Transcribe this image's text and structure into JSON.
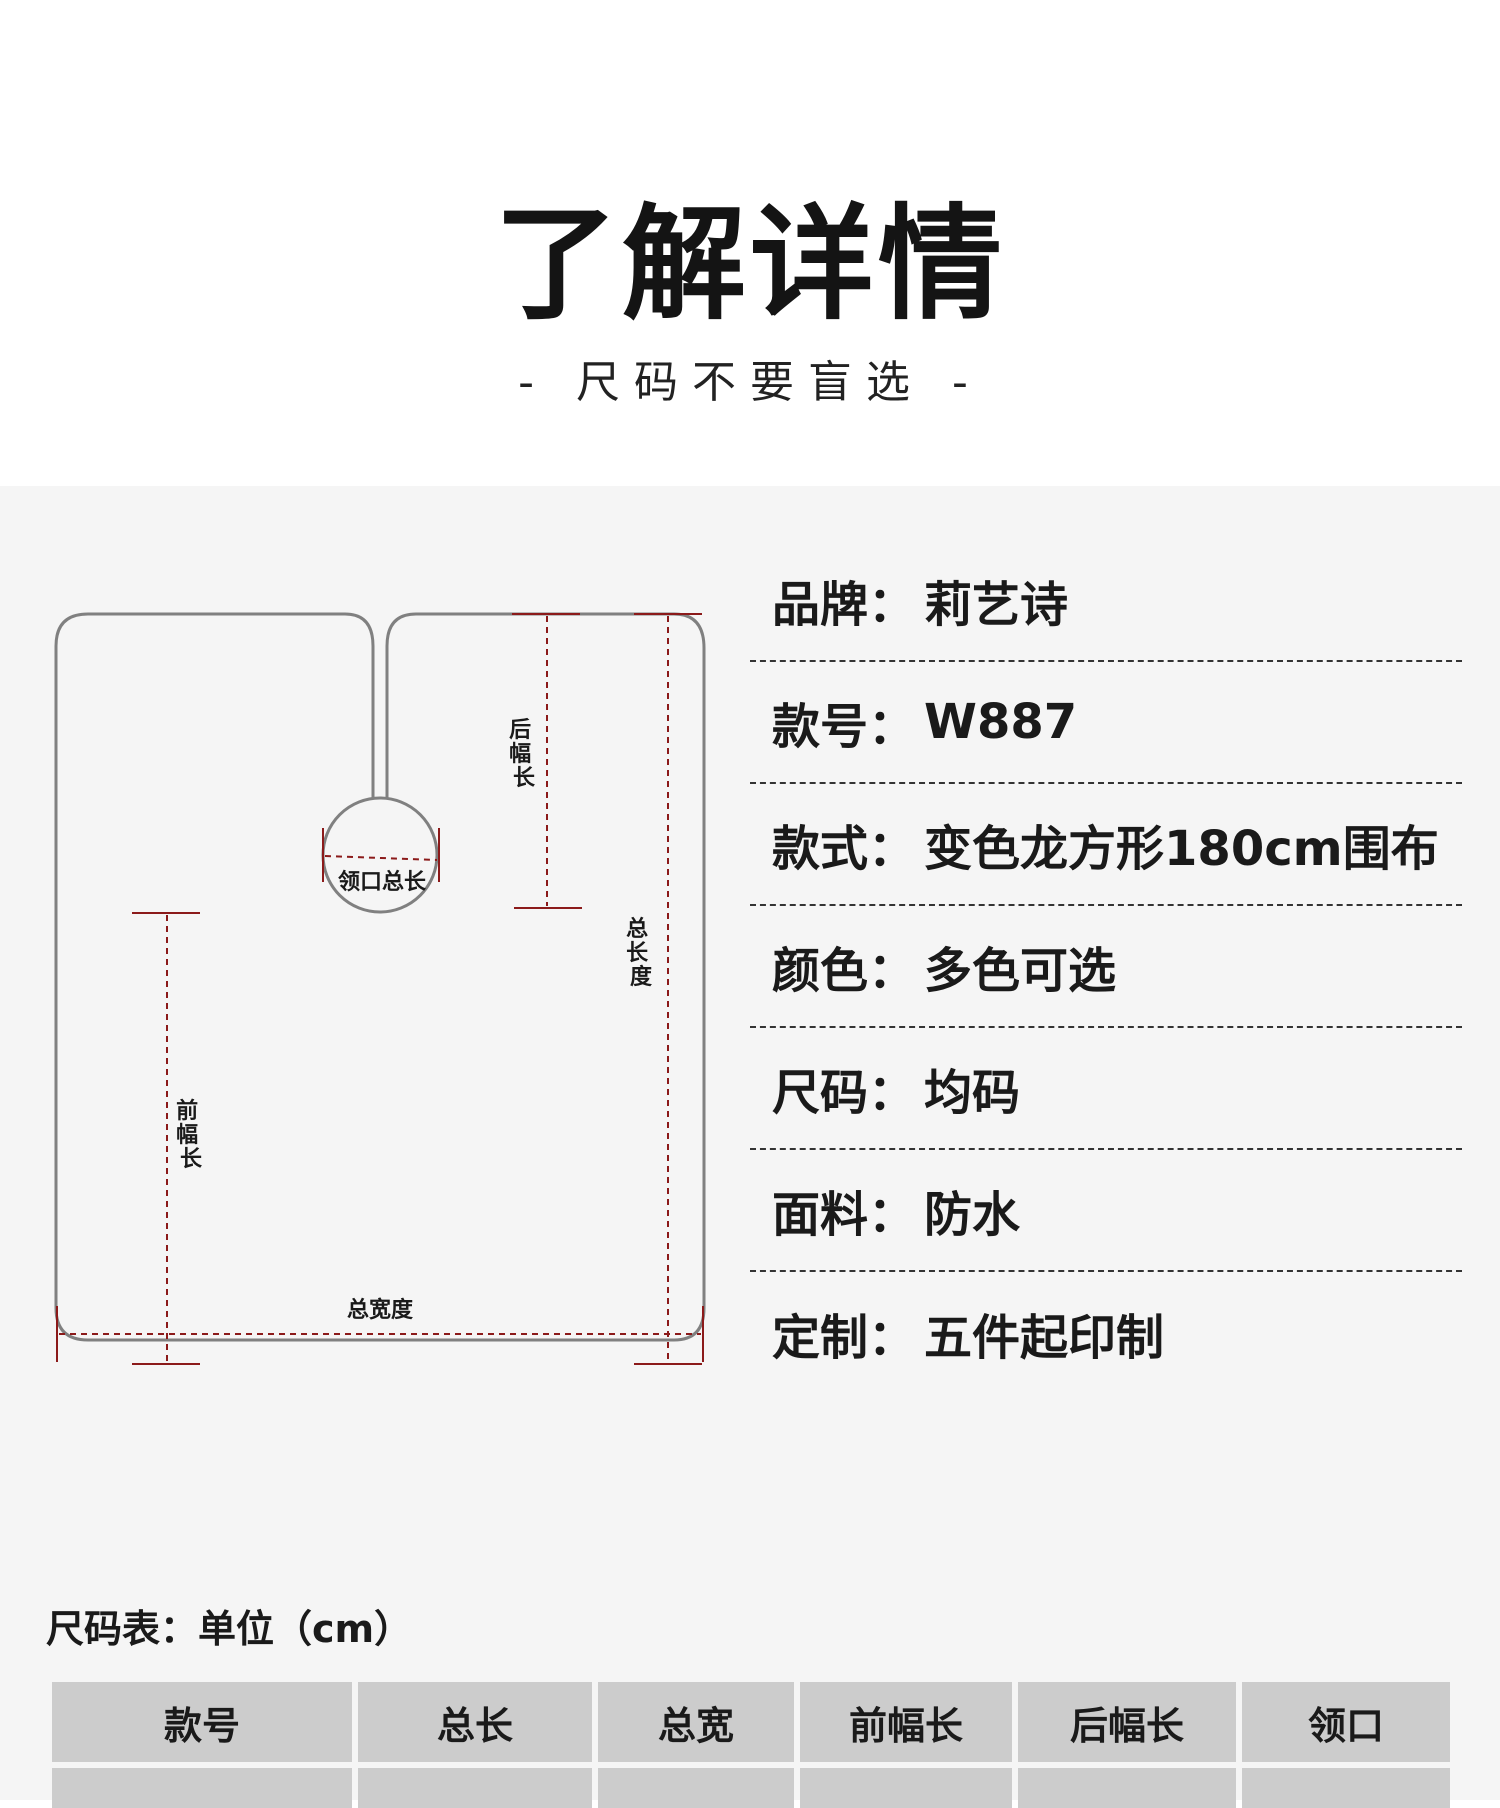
{
  "header": {
    "title": "了解详情",
    "subtitle": "- 尺码不要盲选 -"
  },
  "diagram": {
    "labels": {
      "neckline": "领口总长",
      "back_length": "后幅长",
      "total_length": "总长度",
      "front_length": "前幅长",
      "total_width": "总宽度"
    },
    "colors": {
      "outline": "#808080",
      "measure": "#8b1a1a"
    }
  },
  "specs": [
    {
      "key": "品牌",
      "sep": "：",
      "value": "莉艺诗"
    },
    {
      "key": "款号",
      "sep": "：",
      "value": "W887"
    },
    {
      "key": "款式",
      "sep": "：",
      "value": "变色龙方形180cm围布"
    },
    {
      "key": "颜色",
      "sep": "：",
      "value": "多色可选"
    },
    {
      "key": "尺码",
      "sep": "：",
      "value": "均码"
    },
    {
      "key": "面料",
      "sep": "：",
      "value": "防水"
    },
    {
      "key": "定制",
      "sep": "：",
      "value": "五件起印制"
    }
  ],
  "size_table": {
    "title": "尺码表：单位（cm）",
    "headers": [
      "款号",
      "总长",
      "总宽",
      "前幅长",
      "后幅长",
      "领口"
    ]
  }
}
